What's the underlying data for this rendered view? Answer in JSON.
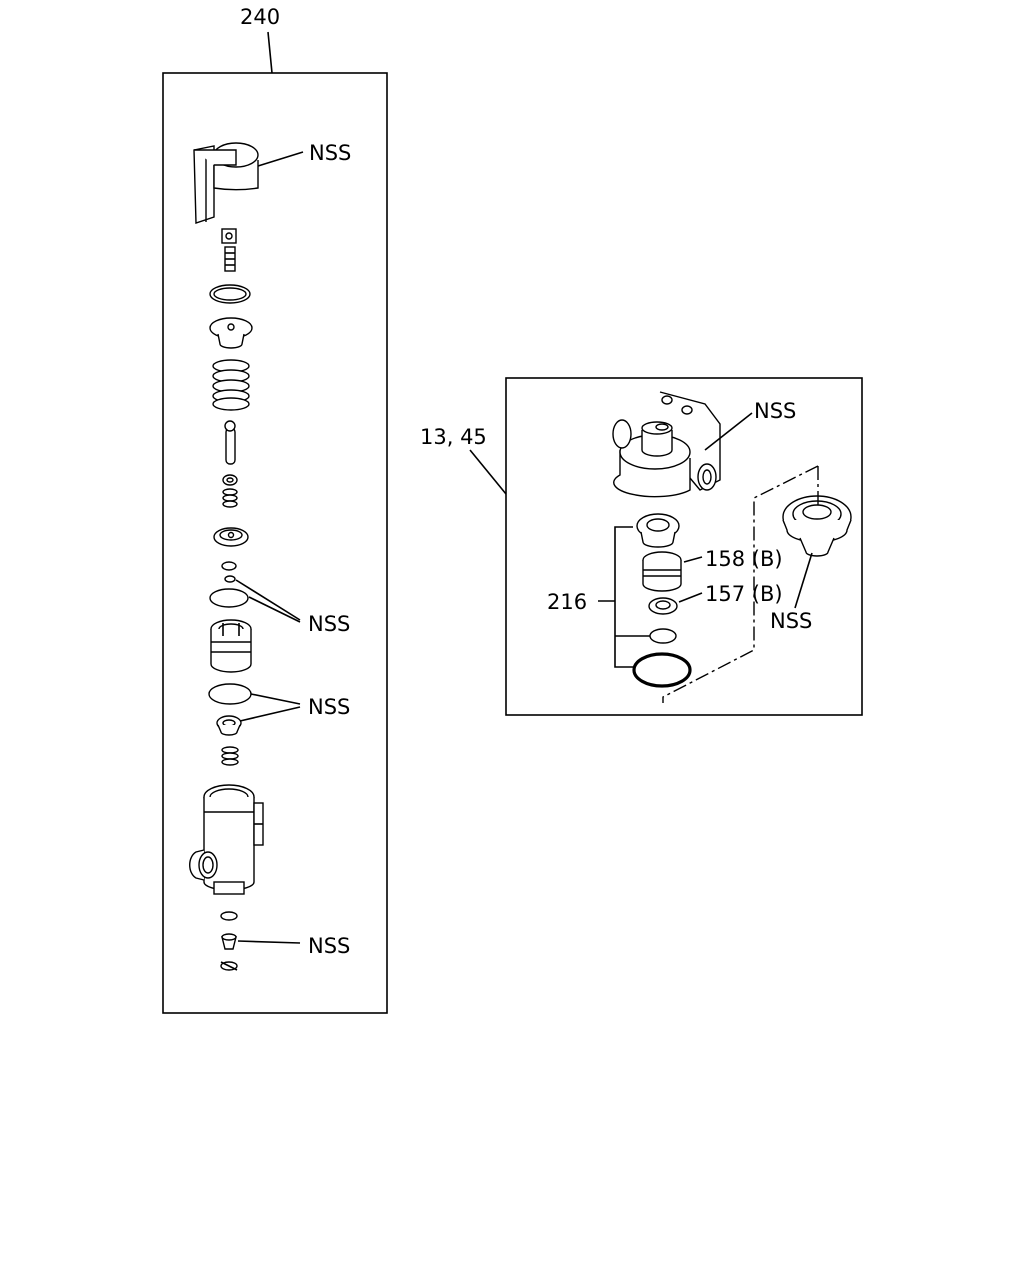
{
  "callouts": {
    "assembly_240": "240",
    "assembly_13_45": "13, 45",
    "nss_top_cap": "NSS",
    "nss_orings_mid": "NSS",
    "nss_orings_lower": "NSS",
    "nss_bottom_plug": "NSS",
    "nss_valve_body": "NSS",
    "nss_diaphragm": "NSS",
    "ref_216": "216",
    "ref_158b": "158 (B)",
    "ref_157b": "157 (B)"
  }
}
